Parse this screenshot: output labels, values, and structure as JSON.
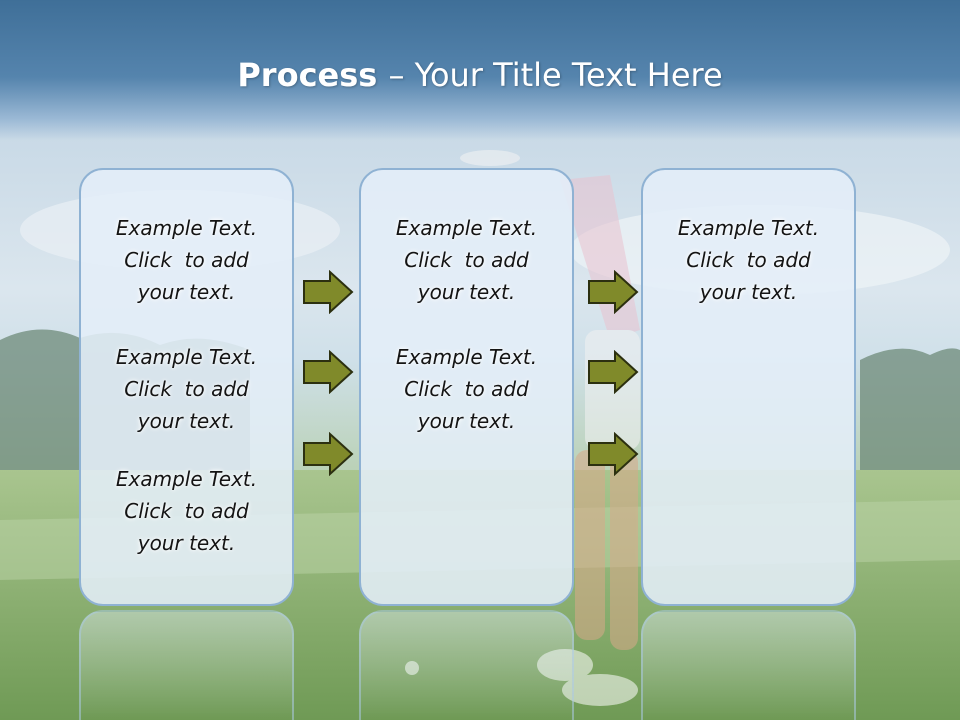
{
  "title": {
    "bold": "Process ",
    "rest": " – Your Title Text Here"
  },
  "columns": [
    {
      "blocks": [
        {
          "lines": [
            "Example Text.",
            "Click  to add",
            "your text."
          ]
        },
        {
          "lines": [
            "Example Text.",
            "Click  to add",
            "your text."
          ]
        },
        {
          "lines": [
            "Example Text.",
            "Click  to add",
            "your text."
          ]
        }
      ]
    },
    {
      "blocks": [
        {
          "lines": [
            "Example Text.",
            "Click  to add",
            "your text."
          ]
        },
        {
          "lines": [
            "Example Text.",
            "Click  to add",
            "your text."
          ]
        }
      ]
    },
    {
      "blocks": [
        {
          "lines": [
            "Example Text.",
            "Click  to add",
            "your text."
          ]
        }
      ]
    }
  ],
  "colors": {
    "arrow_fill": "#808a2a",
    "arrow_stroke": "#2c3010",
    "box_border": "#8fb2d3"
  },
  "icons": [
    "right-arrow-icon"
  ]
}
